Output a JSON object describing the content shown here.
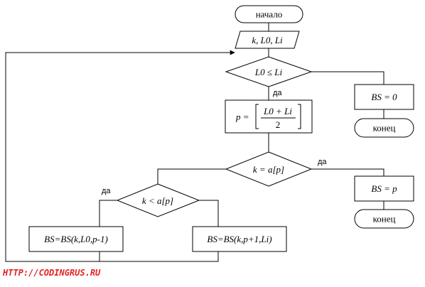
{
  "nodes": {
    "start": "начало",
    "input": "k, L0, Li",
    "cond1": "L0 ≤ Li",
    "bs_zero": "BS = 0",
    "end1": "конец",
    "calc_p_lhs": "p =",
    "calc_p_num": "L0 + Li",
    "calc_p_den": "2",
    "cond2": "k = a[p]",
    "bs_p": "BS = p",
    "end2": "конец",
    "cond3": "k < a[p]",
    "rec_left": "BS=BS(k,L0,p-1)",
    "rec_right": "BS=BS(k,p+1,Li)"
  },
  "branch_labels": {
    "cond1_yes": "да",
    "cond2_yes": "да",
    "cond3_yes": "да"
  },
  "watermark": "HTTP://CODINGRUS.RU"
}
